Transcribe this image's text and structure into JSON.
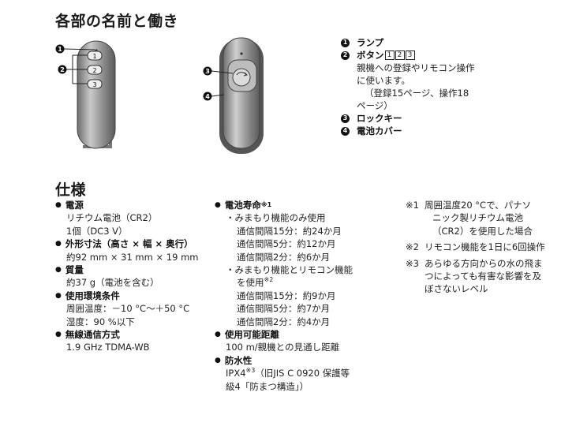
{
  "titles": {
    "names": "各部の名前と働き",
    "spec": "仕様"
  },
  "figure_labels": {
    "n1": "1",
    "n2": "2",
    "n3": "3",
    "n4": "4",
    "b1": "1",
    "b2": "2",
    "b3": "3"
  },
  "parts": {
    "p1": {
      "num": "1",
      "name": "ランプ"
    },
    "p2": {
      "num": "2",
      "name": "ボタン",
      "boxes": [
        "1",
        "2",
        "3"
      ],
      "desc1": "親機への登録やリモコン操作",
      "desc2": "に使います。",
      "desc3": "（登録15ページ、操作18",
      "desc4": "ページ）"
    },
    "p3": {
      "num": "3",
      "name": "ロックキー"
    },
    "p4": {
      "num": "4",
      "name": "電池カバー"
    }
  },
  "spec": {
    "bullet": "●",
    "power": {
      "head": "電源",
      "v1": "リチウム電池（CR2）",
      "v2": "1個（DC3 V）"
    },
    "size": {
      "head": "外形寸法（高さ × 幅 × 奥行）",
      "v1": "約92 mm × 31 mm × 19 mm"
    },
    "mass": {
      "head": "質量",
      "v1": "約37 g（電池を含む）"
    },
    "env": {
      "head": "使用環境条件",
      "v1": "周囲温度：－10 °C〜＋50 °C",
      "v2": "湿度：90 %以下"
    },
    "radio": {
      "head": "無線通信方式",
      "v1": "1.9 GHz TDMA-WB"
    },
    "battery": {
      "head": "電池寿命",
      "head_sup": "※1",
      "s1": "・みまもり機能のみ使用",
      "s1a": "通信間隔15分：約24か月",
      "s1b": "通信間隔5分：約12か月",
      "s1c": "通信間隔2分：約6か月",
      "s2a": "・みまもり機能とリモコン機能",
      "s2b": "を使用",
      "s2b_sup": "※2",
      "s2c": "通信間隔15分：約9か月",
      "s2d": "通信間隔5分：約7か月",
      "s2e": "通信間隔2分：約4か月"
    },
    "range": {
      "head": "使用可能距離",
      "v1": "100 m/親機との見通し距離"
    },
    "water": {
      "head": "防水性",
      "v1a": "IPX4",
      "v1_sup": "※3",
      "v1b": "（旧JIS C 0920 保護等",
      "v2": "級4「防まつ構造」）"
    }
  },
  "notes": [
    {
      "mark": "※1",
      "l1": "周囲温度20 °Cで、パナソ",
      "l2": "ニック製リチウム電池",
      "l3": "（CR2）を使用した場合"
    },
    {
      "mark": "※2",
      "l1": "リモコン機能を1日に6回操作"
    },
    {
      "mark": "※3",
      "l1": "あらゆる方向からの水の飛ま",
      "l2": "つによっても有害な影響を及",
      "l3": "ぼさないレベル"
    }
  ]
}
